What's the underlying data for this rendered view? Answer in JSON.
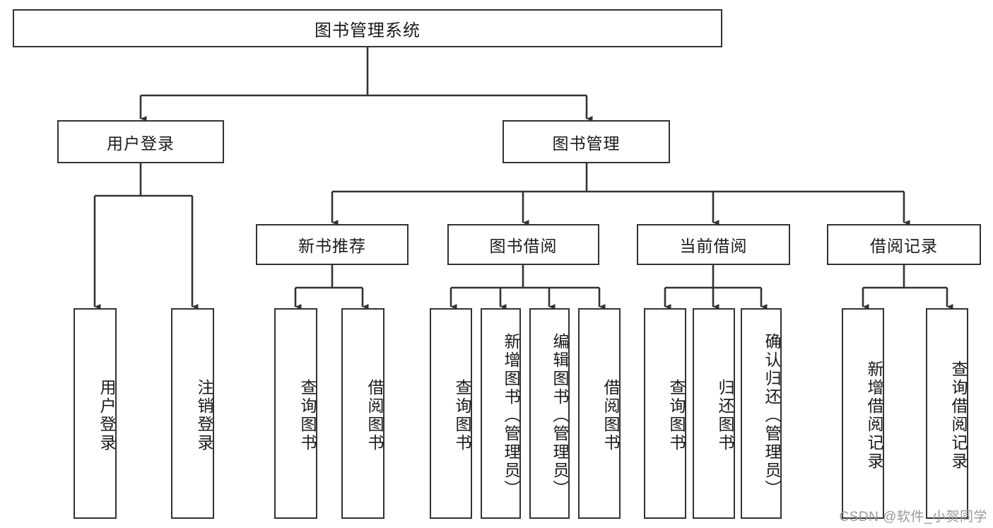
{
  "diagram": {
    "title": "图书管理系统",
    "type": "tree-hierarchy",
    "root": {
      "label": "图书管理系统"
    },
    "level2": [
      {
        "label": "用户登录"
      },
      {
        "label": "图书管理"
      }
    ],
    "level3": [
      {
        "label": "新书推荐"
      },
      {
        "label": "图书借阅"
      },
      {
        "label": "当前借阅"
      },
      {
        "label": "借阅记录"
      }
    ],
    "leaves": {
      "user_login": [
        {
          "label": "用户登录"
        },
        {
          "label": "注销登录"
        }
      ],
      "new_book_recommend": [
        {
          "label": "查询图书"
        },
        {
          "label": "借阅图书"
        }
      ],
      "book_borrow": [
        {
          "label": "查询图书"
        },
        {
          "label": "新增图书（管理员）"
        },
        {
          "label": "编辑图书（管理员）"
        },
        {
          "label": "借阅图书"
        }
      ],
      "current_borrow": [
        {
          "label": "查询图书"
        },
        {
          "label": "归还图书"
        },
        {
          "label": "确认归还（管理员）"
        }
      ],
      "borrow_record": [
        {
          "label": "新增借阅记录"
        },
        {
          "label": "查询借阅记录"
        }
      ]
    }
  },
  "watermark": {
    "text": "CSDN @软件_小贺同学"
  },
  "colors": {
    "box_border": "#333333",
    "background": "#ffffff",
    "text": "#1a1a1a",
    "watermark": "#9a9a9a",
    "connector": "#333333"
  }
}
